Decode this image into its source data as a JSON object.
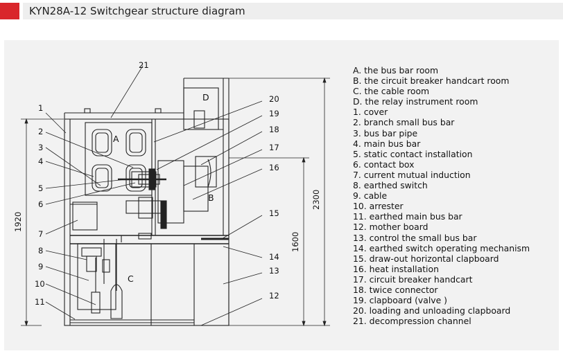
{
  "header": {
    "title": "KYN28A-12  Switchgear structure diagram",
    "accent_color": "#d9262b"
  },
  "diagram": {
    "callouts": [
      "1",
      "2",
      "3",
      "4",
      "5",
      "6",
      "7",
      "8",
      "9",
      "10",
      "11",
      "12",
      "13",
      "14",
      "15",
      "16",
      "17",
      "18",
      "19",
      "20",
      "21"
    ],
    "room_labels": {
      "a": "A",
      "b": "B",
      "c": "C",
      "d": "D"
    },
    "dimensions": {
      "left_height": "1920",
      "mid_height": "1600",
      "total_height": "2300"
    }
  },
  "legend": [
    "A. the bus bar room",
    "B. the circuit breaker handcart room",
    "C. the cable room",
    "D. the relay instrument room",
    "1. cover",
    "2. branch small bus bar",
    "3. bus bar pipe",
    "4. main bus bar",
    "5. static contact installation",
    "6. contact box",
    "7. current mutual induction",
    "8. earthed switch",
    "9. cable",
    "10. arrester",
    "11. earthed main bus bar",
    "12. mother board",
    "13. control the small bus bar",
    "14. earthed switch operating mechanism",
    "15. draw-out horizontal clapboard",
    "16. heat installation",
    "17. circuit breaker handcart",
    "18. twice connector",
    "19. clapboard (valve )",
    "20. loading and unloading clapboard",
    "21. decompression channel"
  ]
}
